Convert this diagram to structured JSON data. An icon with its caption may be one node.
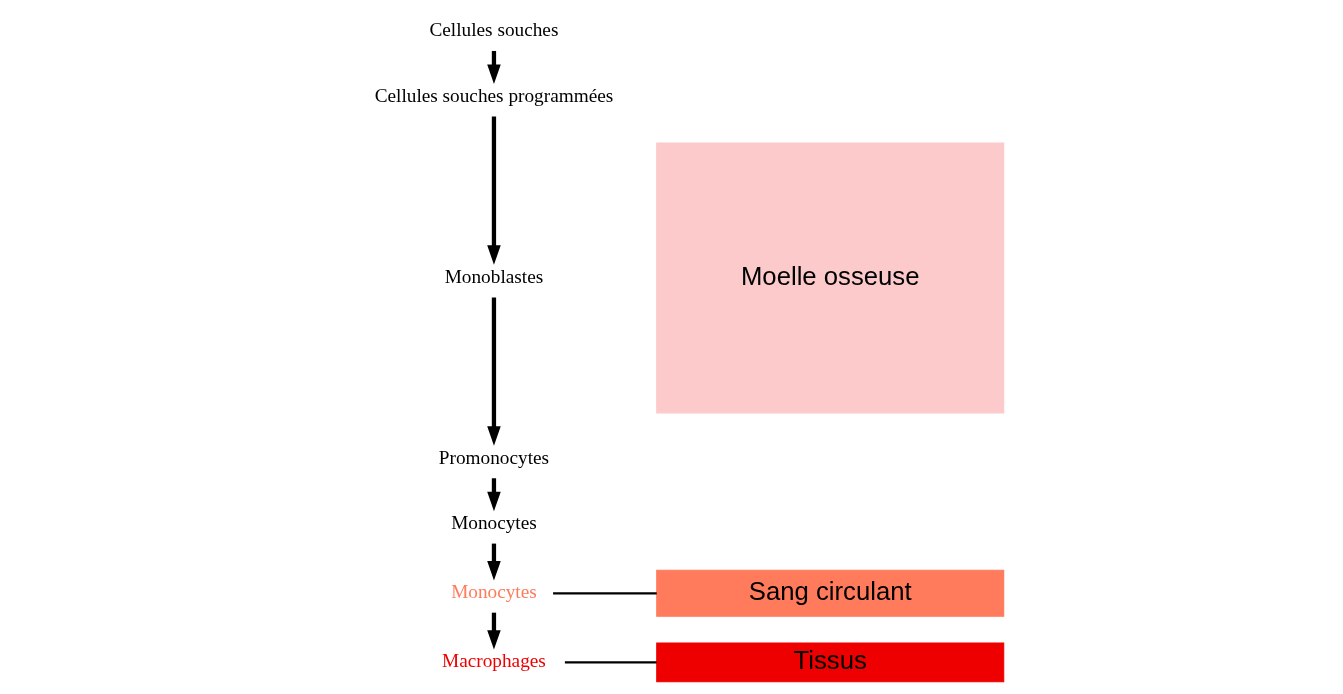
{
  "diagram": {
    "nodes": [
      {
        "text": [
          "Cellules souches"
        ]
      },
      {
        "text": [
          "Cellules souches programmées"
        ]
      },
      {
        "text": [
          "Monoblastes"
        ]
      },
      {
        "text": [
          "Promonocytes"
        ]
      },
      {
        "text": [
          "Monocytes"
        ]
      },
      {
        "text": [
          "Monocytes"
        ]
      },
      {
        "text": [
          "Macrophages"
        ]
      },
      {
        "text": [
          "Moelle osseuse"
        ]
      },
      {
        "text": [
          "Sang circulant"
        ]
      },
      {
        "text": [
          "Tissus"
        ]
      }
    ],
    "edges": [
      {
        "from": 0,
        "to": 1,
        "arrow": "to"
      },
      {
        "from": 1,
        "to": 2,
        "arrow": "to"
      },
      {
        "from": 2,
        "to": 3,
        "arrow": "to"
      },
      {
        "from": 3,
        "to": 4,
        "arrow": "to"
      },
      {
        "from": 4,
        "to": 5,
        "arrow": "to"
      },
      {
        "from": 5,
        "to": 6,
        "arrow": "to"
      },
      {
        "from": 5,
        "to": 8,
        "arrow": "none"
      },
      {
        "from": 6,
        "to": 9,
        "arrow": "none"
      }
    ]
  }
}
